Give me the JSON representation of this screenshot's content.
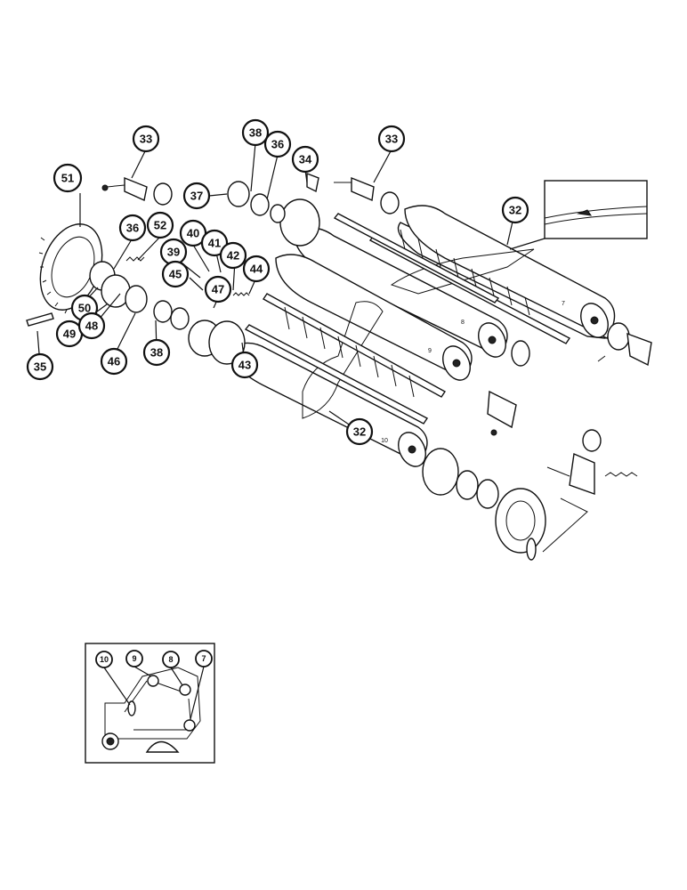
{
  "diagram": {
    "callouts": [
      {
        "id": "c33a",
        "label": "33"
      },
      {
        "id": "c38a",
        "label": "38"
      },
      {
        "id": "c36a",
        "label": "36"
      },
      {
        "id": "c34",
        "label": "34"
      },
      {
        "id": "c33b",
        "label": "33"
      },
      {
        "id": "c37",
        "label": "37"
      },
      {
        "id": "c51",
        "label": "51"
      },
      {
        "id": "c36b",
        "label": "36"
      },
      {
        "id": "c52",
        "label": "52"
      },
      {
        "id": "c40",
        "label": "40"
      },
      {
        "id": "c41",
        "label": "41"
      },
      {
        "id": "c39",
        "label": "39"
      },
      {
        "id": "c42",
        "label": "42"
      },
      {
        "id": "c44",
        "label": "44"
      },
      {
        "id": "c45",
        "label": "45"
      },
      {
        "id": "c47",
        "label": "47"
      },
      {
        "id": "c50",
        "label": "50"
      },
      {
        "id": "c49",
        "label": "49"
      },
      {
        "id": "c48",
        "label": "48"
      },
      {
        "id": "c46",
        "label": "46"
      },
      {
        "id": "c38b",
        "label": "38"
      },
      {
        "id": "c35",
        "label": "35"
      },
      {
        "id": "c43",
        "label": "43"
      },
      {
        "id": "c32a",
        "label": "32"
      },
      {
        "id": "c32b",
        "label": "32"
      }
    ],
    "roller_labels": [
      "7",
      "8",
      "9",
      "10"
    ],
    "inset": {
      "labels": [
        "10",
        "9",
        "8",
        "7"
      ]
    }
  }
}
